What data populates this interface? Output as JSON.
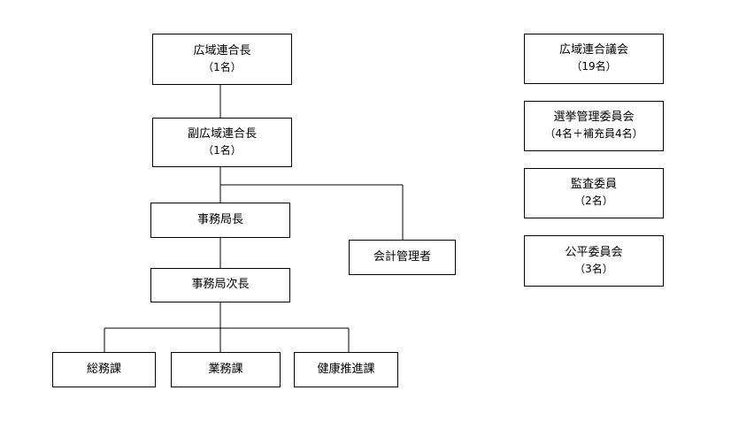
{
  "org_chart": {
    "governor": {
      "name": "広域連合長",
      "count": "（1名）"
    },
    "vice_governor": {
      "name": "副広域連合長",
      "count": "（1名）"
    },
    "secretariat_director": {
      "name": "事務局長"
    },
    "deputy_director": {
      "name": "事務局次長"
    },
    "accounting_manager": {
      "name": "会計管理者"
    },
    "general_affairs": {
      "name": "総務課"
    },
    "operations": {
      "name": "業務課"
    },
    "health_promotion": {
      "name": "健康推進課"
    }
  },
  "committees": {
    "assembly": {
      "name": "広域連合議会",
      "count": "（19名）"
    },
    "election_committee": {
      "name": "選挙管理委員会",
      "count": "（4名＋補充員4名）"
    },
    "auditors": {
      "name": "監査委員",
      "count": "（2名）"
    },
    "fairness_committee": {
      "name": "公平委員会",
      "count": "（3名）"
    }
  }
}
